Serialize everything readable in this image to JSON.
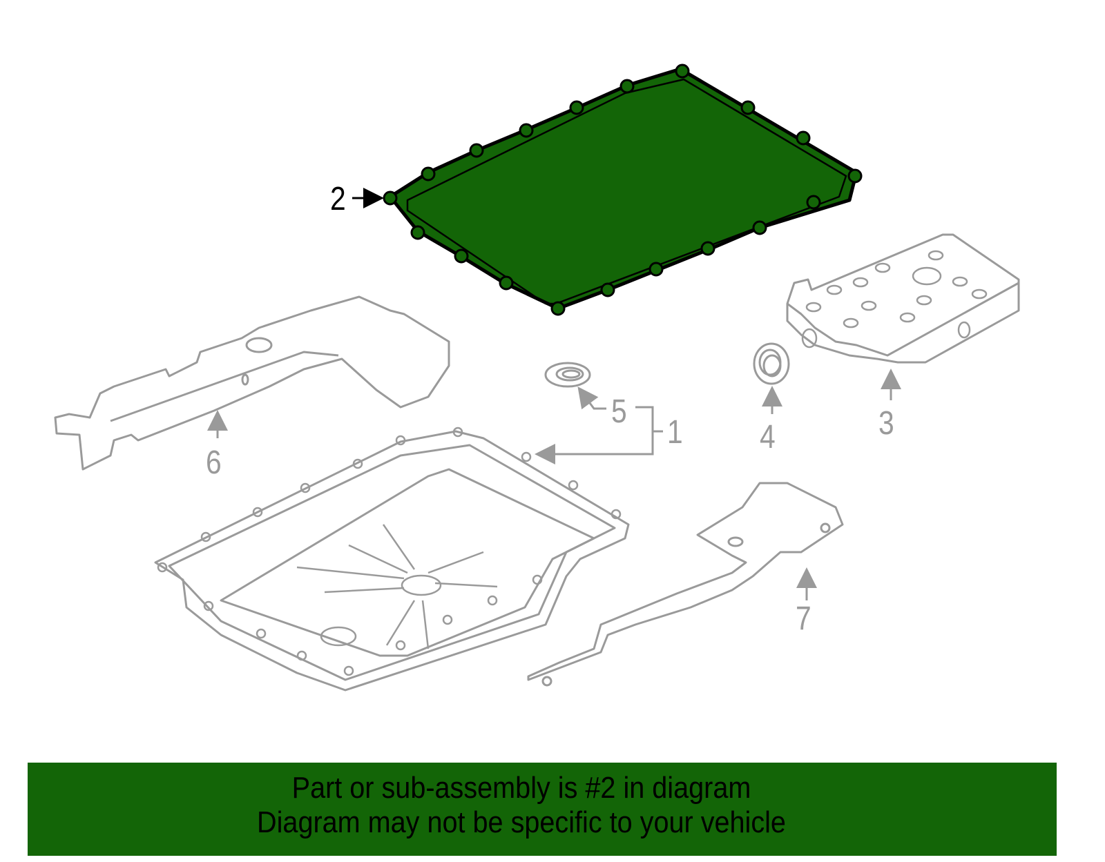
{
  "diagram": {
    "title": "Transmission oil pan assembly exploded view",
    "highlight_color": "#136507",
    "part_line_color": "#9a9a9a",
    "highlighted_part": "2",
    "callouts": [
      {
        "id": "1",
        "label": "1",
        "part": "oil-pan"
      },
      {
        "id": "2",
        "label": "2",
        "part": "pan-gasket"
      },
      {
        "id": "3",
        "label": "3",
        "part": "filter"
      },
      {
        "id": "4",
        "label": "4",
        "part": "seal"
      },
      {
        "id": "5",
        "label": "5",
        "part": "drain-plug-gasket"
      },
      {
        "id": "6",
        "label": "6",
        "part": "left-bracket"
      },
      {
        "id": "7",
        "label": "7",
        "part": "right-bracket"
      }
    ]
  },
  "banner": {
    "line1": "Part or sub-assembly is #2 in diagram",
    "line2": "Diagram may not be specific to your vehicle",
    "background": "#136507"
  }
}
